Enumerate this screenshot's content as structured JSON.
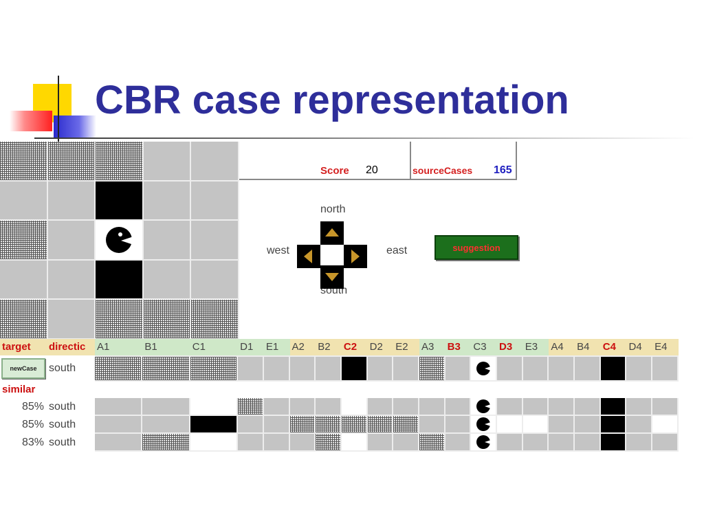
{
  "slide": {
    "title": "CBR case representation"
  },
  "board": {
    "cells": [
      [
        "hatch",
        "hatch",
        "hatch",
        "gray",
        "gray"
      ],
      [
        "gray",
        "gray",
        "wall",
        "gray",
        "gray"
      ],
      [
        "hatch",
        "gray",
        "pacman",
        "gray",
        "gray"
      ],
      [
        "gray",
        "gray",
        "wall",
        "gray",
        "gray"
      ],
      [
        "hatch",
        "gray",
        "hatch",
        "hatch",
        "hatch"
      ]
    ]
  },
  "score_panel": {
    "score_label": "Score",
    "score_value": "20",
    "source_label": "sourceCases",
    "source_value": "165"
  },
  "controls": {
    "north": "north",
    "south": "south",
    "west": "west",
    "east": "east",
    "suggestion_label": "suggestion"
  },
  "case_table": {
    "header_target": "target",
    "header_direction": "directic",
    "columns": [
      {
        "label": "A1",
        "wide": true,
        "red": false,
        "yellow": false
      },
      {
        "label": "B1",
        "wide": true,
        "red": false,
        "yellow": false
      },
      {
        "label": "C1",
        "wide": true,
        "red": false,
        "yellow": false
      },
      {
        "label": "D1",
        "wide": false,
        "red": false,
        "yellow": false
      },
      {
        "label": "E1",
        "wide": false,
        "red": false,
        "yellow": false
      },
      {
        "label": "A2",
        "wide": false,
        "red": false,
        "yellow": true
      },
      {
        "label": "B2",
        "wide": false,
        "red": false,
        "yellow": true
      },
      {
        "label": "C2",
        "wide": false,
        "red": true,
        "yellow": true
      },
      {
        "label": "D2",
        "wide": false,
        "red": false,
        "yellow": true
      },
      {
        "label": "E2",
        "wide": false,
        "red": false,
        "yellow": true
      },
      {
        "label": "A3",
        "wide": false,
        "red": false,
        "yellow": false
      },
      {
        "label": "B3",
        "wide": false,
        "red": true,
        "yellow": false
      },
      {
        "label": "C3",
        "wide": false,
        "red": false,
        "yellow": false
      },
      {
        "label": "D3",
        "wide": false,
        "red": true,
        "yellow": false
      },
      {
        "label": "E3",
        "wide": false,
        "red": false,
        "yellow": false
      },
      {
        "label": "A4",
        "wide": false,
        "red": false,
        "yellow": true
      },
      {
        "label": "B4",
        "wide": false,
        "red": false,
        "yellow": true
      },
      {
        "label": "C4",
        "wide": false,
        "red": true,
        "yellow": true
      },
      {
        "label": "D4",
        "wide": false,
        "red": false,
        "yellow": true
      },
      {
        "label": "E4",
        "wide": false,
        "red": false,
        "yellow": true
      }
    ],
    "target_button": "newCase",
    "target_direction": "south",
    "target_cells": [
      "hatch",
      "hatch",
      "hatch",
      "gray",
      "gray",
      "gray",
      "gray",
      "wall",
      "gray",
      "gray",
      "hatch",
      "gray",
      "pacman",
      "gray",
      "gray",
      "gray",
      "gray",
      "wall",
      "gray",
      "gray"
    ],
    "similar_label": "similar",
    "similar_rows": [
      {
        "percent": "85%",
        "direction": "south",
        "cells": [
          "gray",
          "gray",
          "open",
          "hatch",
          "gray",
          "gray",
          "gray",
          "open",
          "gray",
          "gray",
          "gray",
          "gray",
          "pacman",
          "gray",
          "gray",
          "gray",
          "gray",
          "wall",
          "gray",
          "gray"
        ]
      },
      {
        "percent": "85%",
        "direction": "south",
        "cells": [
          "gray",
          "gray",
          "wall",
          "gray",
          "gray",
          "hatch",
          "hatch",
          "hatch",
          "hatch",
          "hatch",
          "gray",
          "gray",
          "pacman",
          "open",
          "open",
          "gray",
          "gray",
          "wall",
          "gray",
          "open"
        ]
      },
      {
        "percent": "83%",
        "direction": "south",
        "cells": [
          "gray",
          "hatch",
          "open",
          "gray",
          "gray",
          "gray",
          "hatch",
          "open",
          "gray",
          "gray",
          "hatch",
          "gray",
          "pacman",
          "gray",
          "gray",
          "gray",
          "gray",
          "wall",
          "gray",
          "gray"
        ]
      }
    ]
  }
}
